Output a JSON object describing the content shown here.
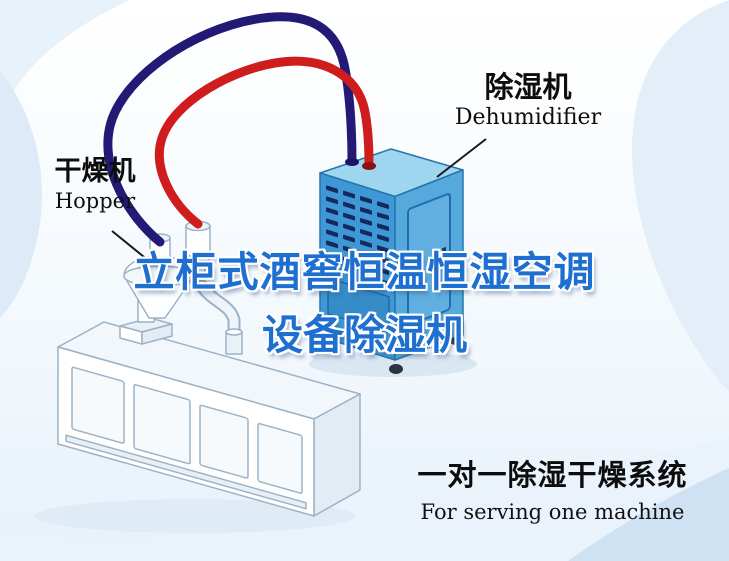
{
  "labels": {
    "hopper": {
      "zh": "干燥机",
      "en": "Hopper"
    },
    "dehumidifier": {
      "zh": "除湿机",
      "en": "Dehumidifier"
    }
  },
  "title": {
    "line1": "立柜式酒窖恒温恒湿空调",
    "line2": "设备除湿机",
    "color": "#1e6fd0"
  },
  "caption": {
    "zh": "一对一除湿干燥系统",
    "en": "For serving one machine"
  },
  "illustration": {
    "dehumidifier_body_color": "#3e98d5",
    "dehumidifier_top_color": "#9ed6ef",
    "vent_color": "#152a5e",
    "pipe_return_color": "#221a75",
    "pipe_supply_color": "#cf1d1d",
    "machine_line_color": "#9cb2c6"
  }
}
